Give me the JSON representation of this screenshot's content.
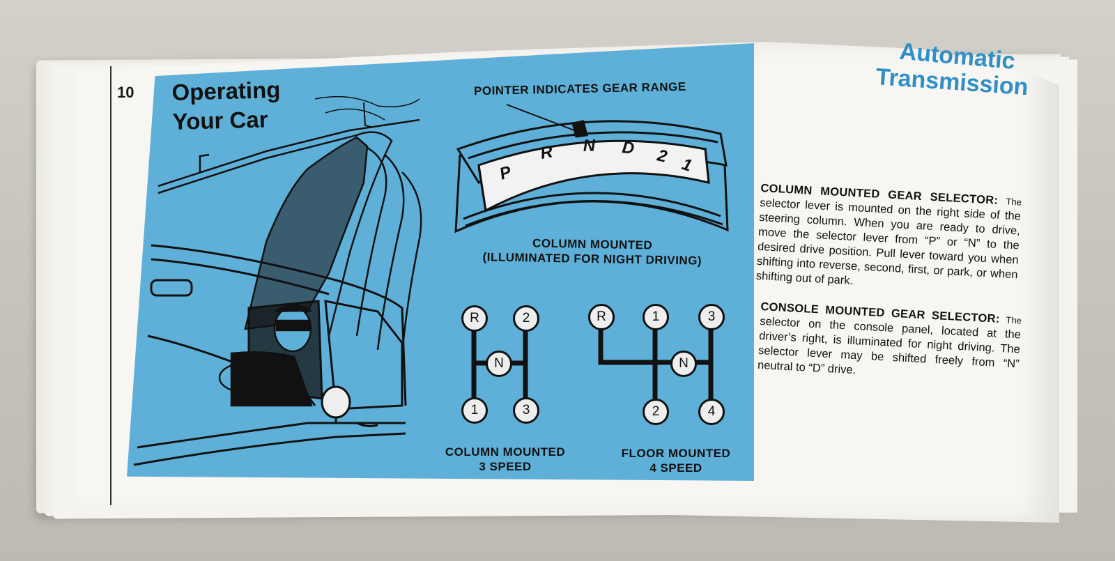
{
  "page": {
    "number": "10",
    "section_title_line1": "Automatic",
    "section_title_line2": "Transmission"
  },
  "panel": {
    "title_line1": "Operating",
    "title_line2": "Your Car",
    "pointer_label": "POINTER INDICATES GEAR RANGE",
    "dial_letters": [
      "P",
      "R",
      "N",
      "D",
      "2",
      "1"
    ],
    "column_label_line1": "COLUMN MOUNTED",
    "column_label_line2": "(ILLUMINATED FOR NIGHT DRIVING)",
    "gate3": {
      "knobs": [
        "R",
        "2",
        "N",
        "1",
        "3"
      ],
      "caption_line1": "COLUMN MOUNTED",
      "caption_line2": "3 SPEED"
    },
    "gate4": {
      "knobs": [
        "R",
        "1",
        "3",
        "N",
        "2",
        "4"
      ],
      "caption_line1": "FLOOR MOUNTED",
      "caption_line2": "4 SPEED"
    }
  },
  "text": {
    "p1_heading": "COLUMN MOUNTED GEAR SELECTOR:",
    "p1_heading_tail": "The",
    "p1_body": "selector lever is mounted on the right side of the steering column. When you are ready to drive, move the selector lever from “P” or “N” to the desired drive position. Pull lever toward you when shifting into reverse, second, first, or park, or when shifting out of park.",
    "p2_heading": "CONSOLE MOUNTED GEAR SELECTOR:",
    "p2_heading_tail": "The",
    "p2_body": "selector on the console panel, located at the driver’s right, is illuminated for night driving. The selector lever may be shifted freely from “N” neutral to “D” drive."
  },
  "colors": {
    "panel_blue": "#5fb0d8",
    "title_blue": "#2f8fc7",
    "page_paper": "#f7f6f2"
  }
}
